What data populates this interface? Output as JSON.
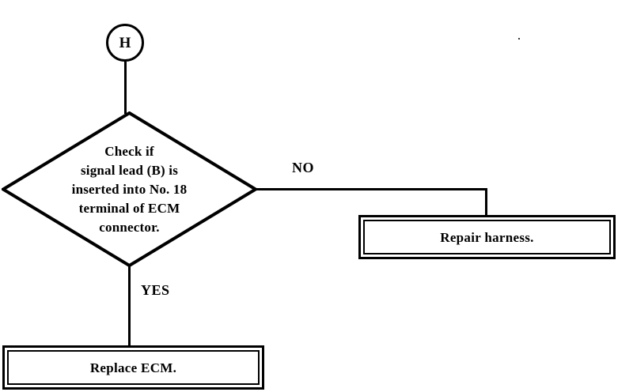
{
  "diagram": {
    "type": "flowchart",
    "title": "ECM signal lead diagnostic flowchart",
    "connector": {
      "label": "H",
      "shape": "circle"
    },
    "decision": {
      "shape": "diamond",
      "lines": [
        "Check if",
        "signal lead (B) is",
        "inserted into No. 18",
        "terminal of ECM",
        "connector."
      ]
    },
    "branches": {
      "no_label": "NO",
      "yes_label": "YES"
    },
    "boxes": {
      "repair": "Repair harness.",
      "replace": "Replace ECM."
    },
    "colors": {
      "ink": "#000000",
      "paper": "#ffffff"
    }
  }
}
